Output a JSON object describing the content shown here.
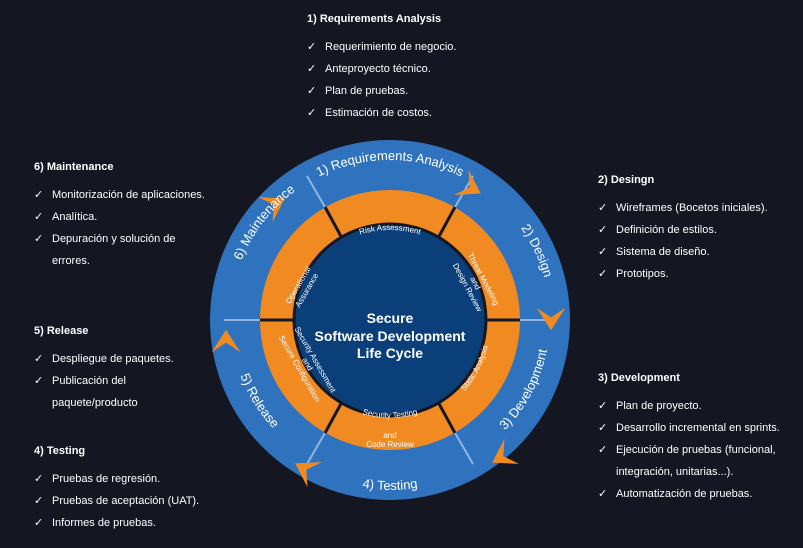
{
  "colors": {
    "background": "#141722",
    "outer_ring": "#2f72bd",
    "inner_ring": "#f28a22",
    "center": "#0b3f7a",
    "divider": "#8fb6de"
  },
  "check_icon": "check-icon",
  "center": {
    "line1": "Secure",
    "line2": "Software Development",
    "line3": "Life Cycle"
  },
  "outer_labels": {
    "requirements": "1) Requirements Analysis",
    "design": "2) Design",
    "development": "3) Development",
    "testing": "4) Testing",
    "release": "5) Release",
    "maintenance": "6) Maintenance"
  },
  "inner_labels": {
    "risk": "Risk Assessment",
    "threat_l1": "Threat Modeling",
    "threat_l2": "and",
    "threat_l3": "Design Review",
    "static": "Static Analysis",
    "testing_l1": "Security Testing",
    "testing_l2": "and",
    "testing_l3": "Code Review",
    "config_l1": "Security Assessment",
    "config_l2": "and",
    "config_l3": "Secure Configuration",
    "ops_l1": "Operational",
    "ops_l2": "Assurance"
  },
  "sections": {
    "requirements": {
      "title": "1) Requirements Analysis",
      "items": [
        "Requerimiento de negocio.",
        "Anteproyecto técnico.",
        "Plan de pruebas.",
        "Estimación de costos."
      ]
    },
    "design": {
      "title": "2) Desingn",
      "items": [
        "Wireframes (Bocetos iniciales).",
        "Definición de estilos.",
        "Sistema de diseño.",
        "Prototipos."
      ]
    },
    "development": {
      "title": "3) Development",
      "items": [
        "Plan de proyecto.",
        "Desarrollo incremental en sprints.",
        "Ejecución de pruebas (funcional,",
        "integración, unitarias...).",
        "Automatización de pruebas."
      ]
    },
    "testing": {
      "title": "4) Testing",
      "items": [
        "Pruebas de regresión.",
        "Pruebas de aceptación (UAT).",
        "Informes de pruebas."
      ]
    },
    "release": {
      "title": "5) Release",
      "items": [
        "Despliegue de paquetes.",
        "Publicación del",
        "paquete/producto"
      ]
    },
    "maintenance": {
      "title": "6) Maintenance",
      "items": [
        "Monitorización de aplicaciones.",
        "Analítica.",
        "Depuración y solución de",
        "errores."
      ]
    }
  }
}
